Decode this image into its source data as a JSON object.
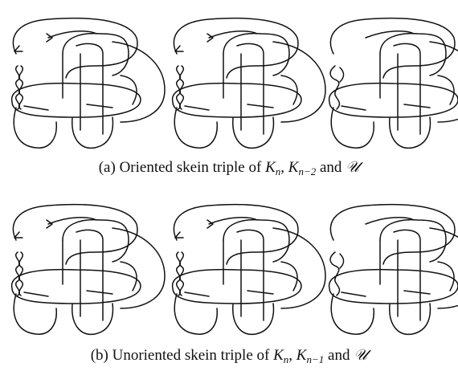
{
  "figure": {
    "rows": [
      {
        "label": "(a)",
        "caption_prefix": "Oriented skein triple of",
        "knot1": {
          "base": "K",
          "sub": "n"
        },
        "knot2": {
          "base": "K",
          "sub": "n−2"
        },
        "conj": "and",
        "knot3": "𝒰",
        "diagrams": [
          {
            "name": "K_n",
            "twist_kind": "crossings",
            "arrows": 2
          },
          {
            "name": "K_n-2",
            "twist_kind": "crossings",
            "arrows": 2
          },
          {
            "name": "U",
            "twist_kind": "smoothed",
            "arrows": 0
          }
        ]
      },
      {
        "label": "(b)",
        "caption_prefix": "Unoriented skein triple of",
        "knot1": {
          "base": "K",
          "sub": "n"
        },
        "knot2": {
          "base": "K",
          "sub": "n−1"
        },
        "conj": "and",
        "knot3": "𝒰",
        "diagrams": [
          {
            "name": "K_n",
            "twist_kind": "crossings",
            "arrows": 2
          },
          {
            "name": "K_n-1",
            "twist_kind": "crossings",
            "arrows": 2
          },
          {
            "name": "U",
            "twist_kind": "smoothed",
            "arrows": 0
          }
        ]
      }
    ]
  }
}
